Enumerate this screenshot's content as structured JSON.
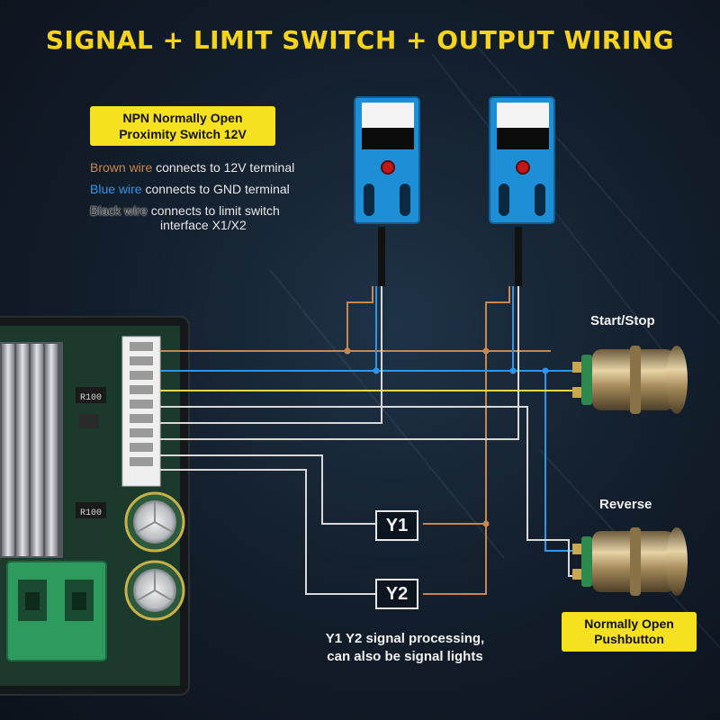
{
  "title": "SIGNAL + LIMIT SWITCH + OUTPUT WIRING",
  "proximity_label": {
    "line1": "NPN Normally Open",
    "line2": "Proximity Switch 12V"
  },
  "wire_notes": {
    "brown_word": "Brown wire",
    "brown_text": "connects to 12V terminal",
    "blue_word": "Blue wire",
    "blue_text": "connects to GND terminal",
    "black_word": "Black wire",
    "black_text_line1": "connects to limit switch",
    "black_text_line2": "interface X1/X2"
  },
  "buttons": {
    "start_stop": "Start/Stop",
    "reverse": "Reverse"
  },
  "outputs": {
    "y1": "Y1",
    "y2": "Y2"
  },
  "caption": {
    "line1": "Y1 Y2 signal processing,",
    "line2": "can also be signal lights"
  },
  "pushbutton_label": {
    "line1": "Normally Open",
    "line2": "Pushbutton"
  },
  "board": {
    "resistor_marking": "R100"
  },
  "colors": {
    "title_yellow": "#f7d417",
    "brown_wire": "#c88650",
    "blue_wire": "#2f95e8",
    "yellow_wire": "#e8d84a",
    "white_wire": "#d8d8d8",
    "sensor_blue": "#1e8fd6",
    "terminal_green": "#2f9a5e"
  },
  "icons": [
    "proximity-sensor-icon",
    "pushbutton-icon",
    "capacitor-icon",
    "terminal-block-icon",
    "heatsink-icon"
  ]
}
